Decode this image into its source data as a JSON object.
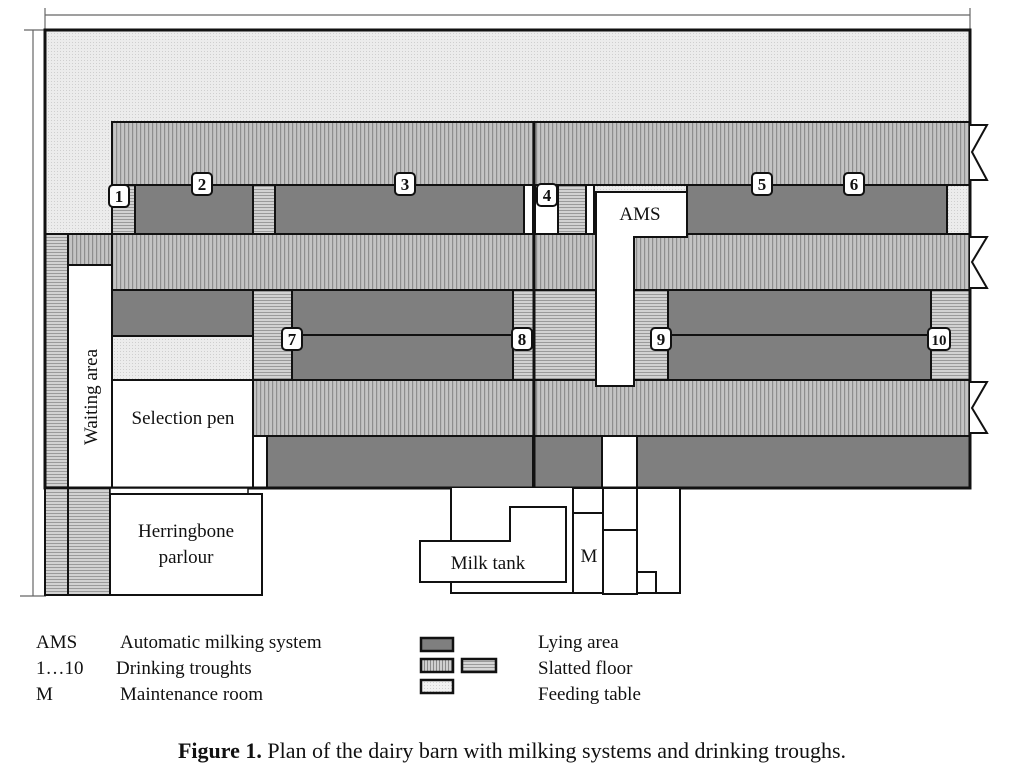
{
  "figure": {
    "caption_prefix": "Figure 1.",
    "caption_text": " Plan of the dairy barn with milking systems and drinking troughs."
  },
  "plan": {
    "labels": {
      "ams": "AMS",
      "waiting_area": "Waiting area",
      "selection_pen": "Selection pen",
      "herringbone_line1": "Herringbone",
      "herringbone_line2": "parlour",
      "milk_tank": "Milk tank",
      "maintenance": "M"
    },
    "troughs": [
      "1",
      "2",
      "3",
      "4",
      "5",
      "6",
      "7",
      "8",
      "9",
      "10"
    ],
    "colors": {
      "lying_area": "#7f7f7f",
      "slatted_floor": "#b8b8b8",
      "feeding_table": "#e6e6e6",
      "outline": "#111111"
    }
  },
  "legend": {
    "abbreviations": [
      {
        "key": "AMS",
        "value": "Automatic milking system"
      },
      {
        "key": "1…10",
        "value": "Drinking troughts"
      },
      {
        "key": "M",
        "value": "Maintenance room"
      }
    ],
    "areas": [
      {
        "swatch": "lying",
        "label": "Lying area"
      },
      {
        "swatch": "slatted",
        "label": "Slatted floor"
      },
      {
        "swatch": "feeding",
        "label": "Feeding table"
      }
    ]
  }
}
